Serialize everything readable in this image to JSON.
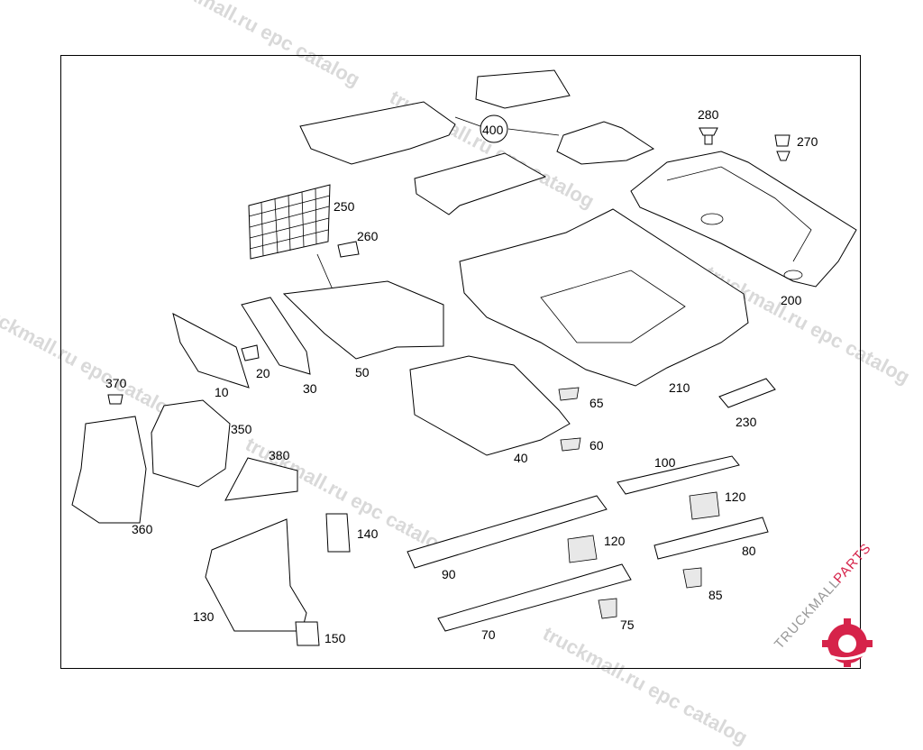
{
  "watermarks": [
    "truckmall.ru epc catalog",
    "truckmall.ru epc catalog",
    "truckmall.ru epc catalog",
    "truckmall.ru epc catalog",
    "truckmall.ru epc catalog",
    "truckmall.ru epc catalog"
  ],
  "logo": {
    "part1": "TRUCKMALL",
    "part2": "PARTS",
    "color_primary": "#d6234a",
    "color_secondary": "#999999"
  },
  "callouts": {
    "c400": "400",
    "c280": "280",
    "c270": "270",
    "c250": "250",
    "c260": "260",
    "c200": "200",
    "c50": "50",
    "c20": "20",
    "c10": "10",
    "c30": "30",
    "c210": "210",
    "c65": "65",
    "c60": "60",
    "c40": "40",
    "c230": "230",
    "c370": "370",
    "c350": "350",
    "c380": "380",
    "c360": "360",
    "c100": "100",
    "c120a": "120",
    "c140": "140",
    "c120b": "120",
    "c80": "80",
    "c90": "90",
    "c85": "85",
    "c130": "130",
    "c75": "75",
    "c70": "70",
    "c150": "150"
  }
}
